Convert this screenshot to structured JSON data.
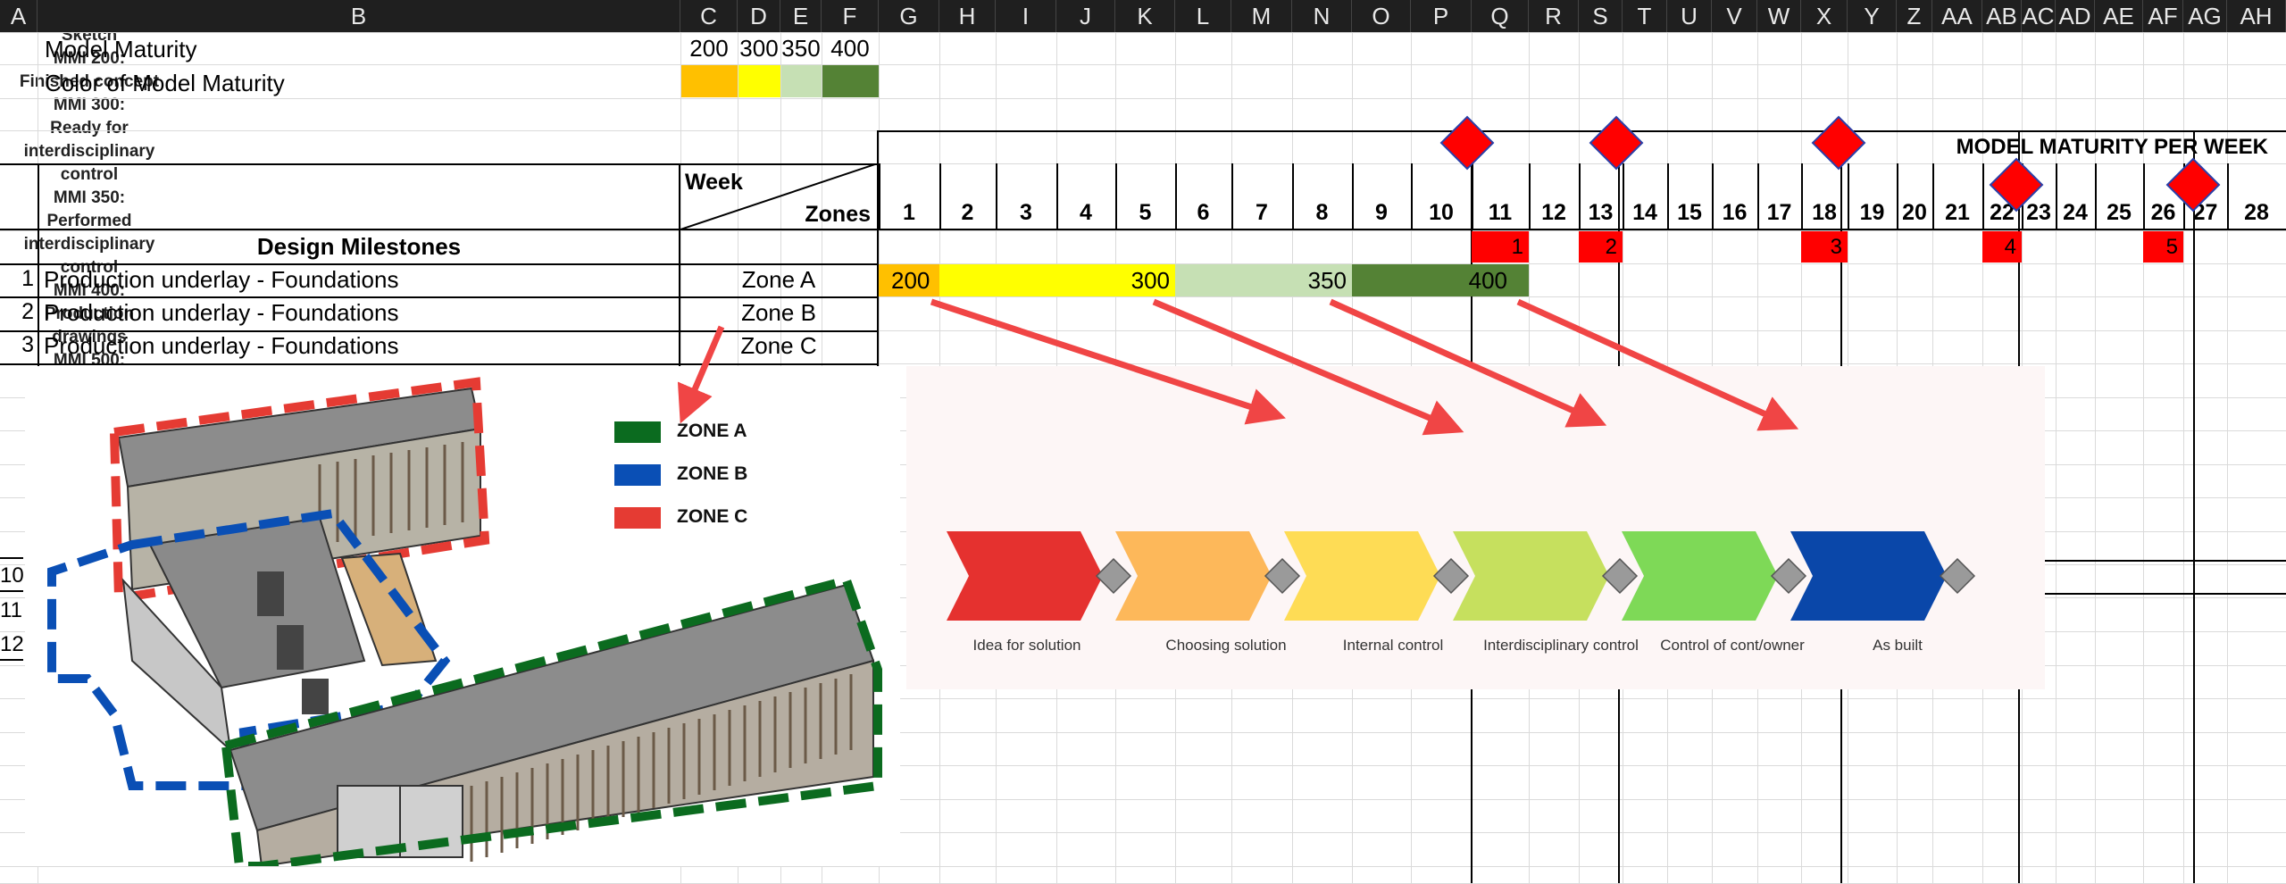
{
  "spreadsheet": {
    "column_headers": [
      "A",
      "B",
      "C",
      "D",
      "E",
      "F",
      "G",
      "H",
      "I",
      "J",
      "K",
      "L",
      "M",
      "N",
      "O",
      "P",
      "Q",
      "R",
      "S",
      "T",
      "U",
      "V",
      "W",
      "X",
      "Y",
      "Z",
      "AA",
      "AB",
      "AC",
      "AD",
      "AE",
      "AF",
      "AG",
      "AH"
    ],
    "row1_label": "Model Maturity",
    "maturity_values": [
      "200",
      "300",
      "350",
      "400"
    ],
    "row2_label": "Color of Model Maturity",
    "maturity_colors": [
      "#FFC000",
      "#FFFF00",
      "#C6E0B4",
      "#548235"
    ],
    "chart_title": "MODEL MATURITY PER WEEK",
    "week_label": "Week",
    "zones_label": "Zones",
    "weeks": [
      "1",
      "2",
      "3",
      "4",
      "5",
      "6",
      "7",
      "8",
      "9",
      "10",
      "11",
      "12",
      "13",
      "14",
      "15",
      "16",
      "17",
      "18",
      "19",
      "20",
      "21",
      "22",
      "23",
      "24",
      "25",
      "26",
      "27",
      "28"
    ],
    "design_milestones_label": "Design Milestones",
    "milestone_numbers": [
      "1",
      "2",
      "3",
      "4",
      "5"
    ],
    "rows": [
      {
        "num": "1",
        "task": "Production underlay - Foundations",
        "zone": "Zone A"
      },
      {
        "num": "2",
        "task": "Production underlay - Foundations",
        "zone": "Zone B"
      },
      {
        "num": "3",
        "task": "Production underlay - Foundations",
        "zone": "Zone C"
      }
    ],
    "zone_a_bar_labels": [
      "200",
      "300",
      "350",
      "400"
    ],
    "partial_row_numbers": [
      "10",
      "11",
      "12"
    ]
  },
  "building_legend": {
    "items": [
      {
        "label": "ZONE A",
        "color": "#0B6B1F"
      },
      {
        "label": "ZONE B",
        "color": "#0A4FB5"
      },
      {
        "label": "ZONE C",
        "color": "#E53B33"
      }
    ]
  },
  "mmi_diagram": {
    "stages": [
      {
        "title": "MMI 100:",
        "desc": [
          "Sketch"
        ],
        "caption": "Idea for solution",
        "color": "#E5312F"
      },
      {
        "title": "MMI 200:",
        "desc": [
          "Finished concept"
        ],
        "caption": "Choosing solution",
        "color": "#FDB85A"
      },
      {
        "title": "MMI 300:",
        "desc": [
          "Ready for",
          "interdisciplinary",
          "control"
        ],
        "caption": "Internal control",
        "color": "#FEDC55"
      },
      {
        "title": "MMI 350:",
        "desc": [
          "Performed",
          "interdisciplinary",
          "control"
        ],
        "caption": "Interdisciplinary control",
        "color": "#C6E05E"
      },
      {
        "title": "MMI 400:",
        "desc": [
          "Production",
          "drawings"
        ],
        "caption": "Control of cont/owner",
        "color": "#7ED957"
      },
      {
        "title": "MMI 500:",
        "desc": [
          "As built"
        ],
        "caption": "As built",
        "color": "#0A47A9"
      }
    ]
  },
  "colors": {
    "header_bg": "#1f1f1f",
    "milestone_red": "#FF0000",
    "diamond_red": "#FF0000",
    "arrow_red": "#F04545",
    "diagram_bg": "#FDF6F6",
    "gridline": "#DADADA"
  }
}
